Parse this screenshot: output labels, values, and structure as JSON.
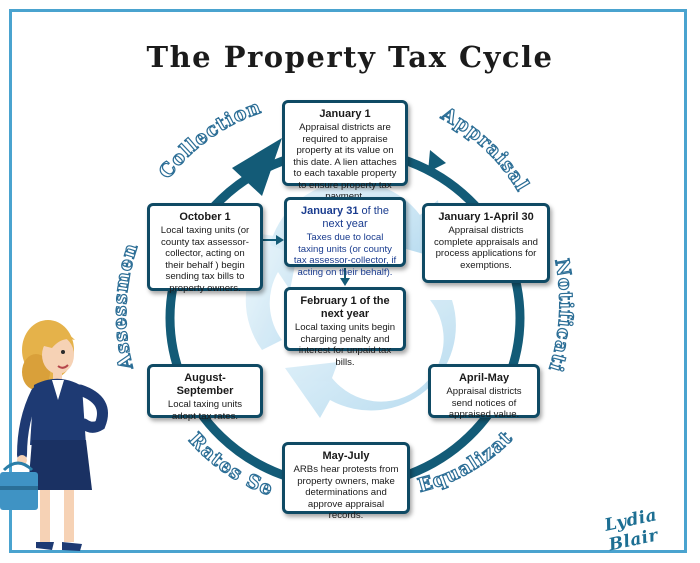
{
  "title": "The Property Tax Cycle",
  "phases": {
    "collection": "Collection",
    "appraisal": "Appraisal",
    "notification": "Notification",
    "equalization": "Equalization",
    "rates_set": "Rates Set",
    "assessment": "Assessment"
  },
  "boxes": {
    "jan1": {
      "head": "January 1",
      "body": "Appraisal districts are required to appraise property at its value on this date. A lien attaches to each taxable property to ensure property tax payment."
    },
    "jan_apr": {
      "head": "January 1-April 30",
      "body": "Appraisal districts complete appraisals and process applications for exemptions."
    },
    "apr_may": {
      "head": "April-May",
      "body": "Appraisal districts send notices of appraised value."
    },
    "may_jul": {
      "head": "May-July",
      "body": "ARBs hear protests from property owners, make determinations and approve appraisal records."
    },
    "aug_sep": {
      "head": "August-September",
      "body": "Local taxing units adopt tax rates."
    },
    "oct1": {
      "head": "October 1",
      "body": "Local taxing units (or county tax assessor-collector, acting on their behalf ) begin sending tax bills to property owners."
    },
    "jan31": {
      "head_bold": "January 31",
      "head_rest": " of the next year",
      "body": "Taxes due to local taxing units (or county tax assessor-collector, if acting on their behalf)."
    },
    "feb1": {
      "head": "February 1 of the next year",
      "body": "Local taxing units begin charging penalty and interest for unpaid tax bills."
    }
  },
  "signature": "Lydia Blair",
  "colors": {
    "ring": "#135b77",
    "box_border": "#0f4a64",
    "phase_text": "#2c6e96",
    "frame": "#4aa3cf",
    "swirl": "#bfe0f2",
    "jan31_text": "#1a3c8f"
  }
}
